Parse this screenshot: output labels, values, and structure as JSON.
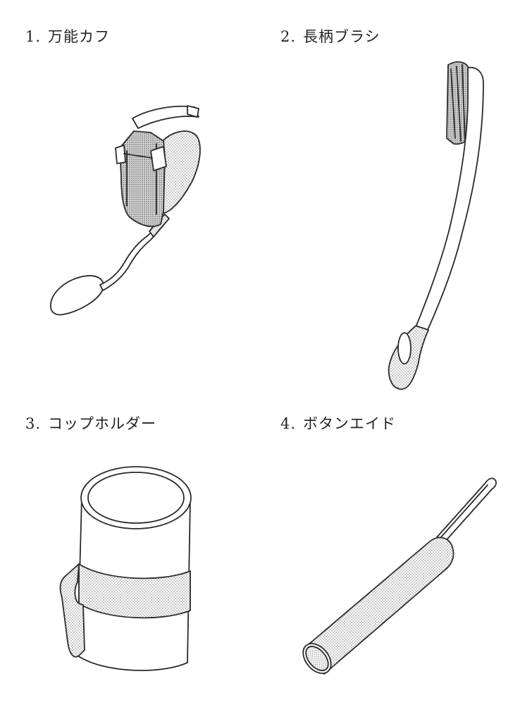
{
  "items": [
    {
      "number": "1.",
      "name": "万能カフ",
      "icon": "universal-cuff-illustration"
    },
    {
      "number": "2.",
      "name": "長柄ブラシ",
      "icon": "long-handled-brush-illustration"
    },
    {
      "number": "3.",
      "name": "コップホルダー",
      "icon": "cup-holder-illustration"
    },
    {
      "number": "4.",
      "name": "ボタンエイド",
      "icon": "button-aid-illustration"
    }
  ],
  "colors": {
    "ink": "#2a2a2a",
    "shade": "#bdbdbd",
    "paper": "#ffffff"
  }
}
